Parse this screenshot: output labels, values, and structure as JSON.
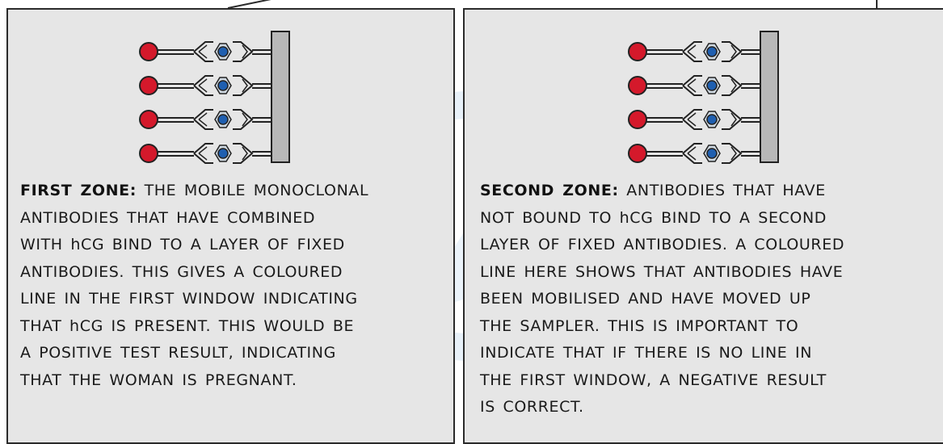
{
  "colors": {
    "panel_background": "#e6e6e6",
    "panel_border": "#2b2b2b",
    "antigen_red": "#d4192b",
    "hcg_blue": "#1f5fb0",
    "fixed_strip_grey": "#b8b8b8",
    "text": "#1a1a1a"
  },
  "panels": [
    {
      "heading": "FIRST ZONE:",
      "body": " THE MOBILE MONOCLONAL\nANTIBODIES THAT HAVE COMBINED\nWITH hCG BIND TO A LAYER OF FIXED\nANTIBODIES. THIS GIVES A COLOURED\nLINE IN THE FIRST WINDOW INDICATING\nTHAT hCG IS PRESENT. THIS WOULD BE\nA POSITIVE TEST RESULT, INDICATING\nTHAT THE WOMAN IS PREGNANT."
    },
    {
      "heading": "SECOND ZONE:",
      "body": " ANTIBODIES THAT HAVE\nNOT BOUND TO hCG BIND TO A SECOND\nLAYER OF FIXED ANTIBODIES. A COLOURED\nLINE HERE SHOWS THAT ANTIBODIES HAVE\nBEEN MOBILISED AND HAVE MOVED UP\nTHE SAMPLER. THIS IS IMPORTANT TO\nINDICATE THAT IF THERE IS NO LINE IN\nTHE FIRST WINDOW, A NEGATIVE RESULT\nIS CORRECT."
    }
  ],
  "diagram": {
    "antibody_rows": 4,
    "icons": [
      "antigen-dot",
      "antibody-shape",
      "hcg-molecule",
      "fixed-antibody-strip"
    ]
  }
}
